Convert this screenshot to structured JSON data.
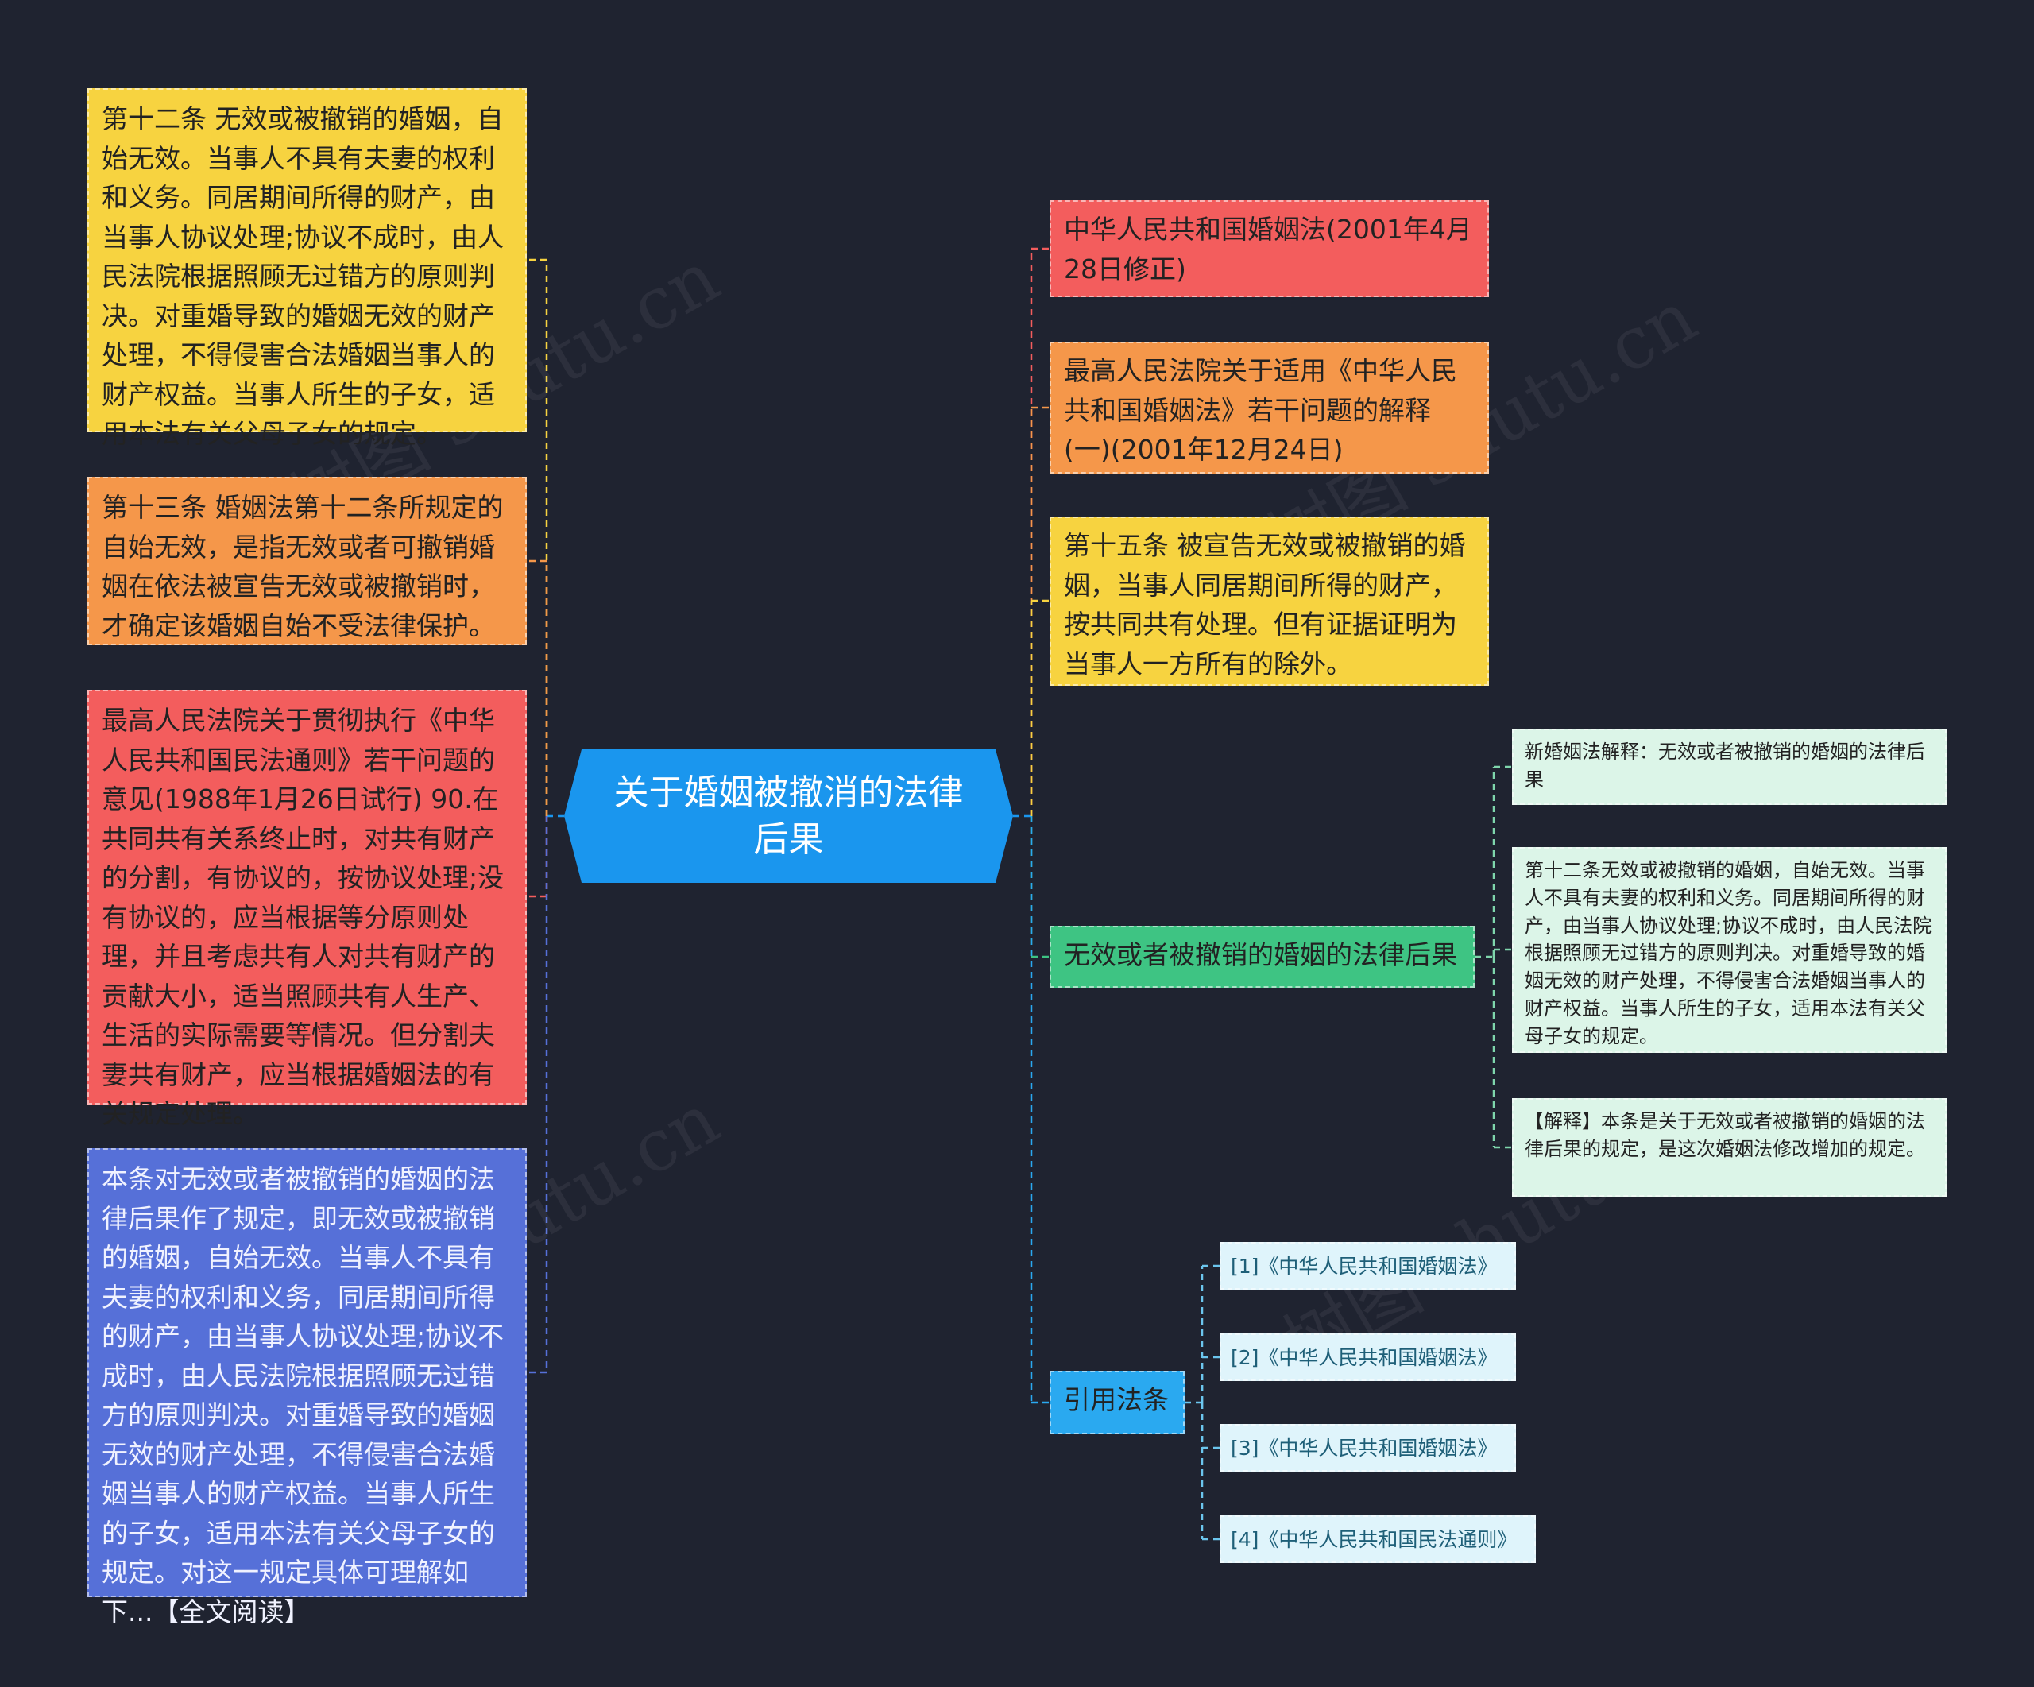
{
  "center": {
    "label": "关于婚姻被撤消的法律后果",
    "color": "#1a96ee"
  },
  "left_nodes": [
    {
      "text": "第十二条 无效或被撤销的婚姻，自始无效。当事人不具有夫妻的权利和义务。同居期间所得的财产，由当事人协议处理;协议不成时，由人民法院根据照顾无过错方的原则判决。对重婚导致的婚姻无效的财产处理，不得侵害合法婚姻当事人的财产权益。当事人所生的子女，适用本法有关父母子女的规定。",
      "color": "#f7d340"
    },
    {
      "text": "第十三条 婚姻法第十二条所规定的自始无效，是指无效或者可撤销婚姻在依法被宣告无效或被撤销时，才确定该婚姻自始不受法律保护。",
      "color": "#f5974a"
    },
    {
      "text": "最高人民法院关于贯彻执行《中华人民共和国民法通则》若干问题的意见(1988年1月26日试行) 90.在共同共有关系终止时，对共有财产的分割，有协议的，按协议处理;没有协议的，应当根据等分原则处理，并且考虑共有人对共有财产的贡献大小，适当照顾共有人生产、生活的实际需要等情况。但分割夫妻共有财产，应当根据婚姻法的有关规定处理。",
      "color": "#f35d5d"
    },
    {
      "text": "本条对无效或者被撤销的婚姻的法律后果作了规定，即无效或被撤销的婚姻，自始无效。当事人不具有夫妻的权利和义务，同居期间所得的财产，由当事人协议处理;协议不成时，由人民法院根据照顾无过错方的原则判决。对重婚导致的婚姻无效的财产处理，不得侵害合法婚姻当事人的财产权益。当事人所生的子女，适用本法有关父母子女的规定。对这一规定具体可理解如下...【全文阅读】",
      "color": "#5670d8"
    }
  ],
  "right_nodes": [
    {
      "text": "中华人民共和国婚姻法(2001年4月28日修正)",
      "color": "#f35d5d"
    },
    {
      "text": "最高人民法院关于适用《中华人民共和国婚姻法》若干问题的解释(一)(2001年12月24日)",
      "color": "#f5974a"
    },
    {
      "text": "第十五条 被宣告无效或被撤销的婚姻，当事人同居期间所得的财产，按共同共有处理。但有证据证明为当事人一方所有的除外。",
      "color": "#f7d340"
    }
  ],
  "effect_node": {
    "label": "无效或者被撤销的婚姻的法律后果",
    "color": "#3ec483",
    "children": [
      "新婚姻法解释：无效或者被撤销的婚姻的法律后果",
      "第十二条无效或被撤销的婚姻，自始无效。当事人不具有夫妻的权利和义务。同居期间所得的财产，由当事人协议处理;协议不成时，由人民法院根据照顾无过错方的原则判决。对重婚导致的婚姻无效的财产处理，不得侵害合法婚姻当事人的财产权益。当事人所生的子女，适用本法有关父母子女的规定。",
      "【解释】本条是关于无效或者被撤销的婚姻的法律后果的规定，是这次婚姻法修改增加的规定。"
    ]
  },
  "citation_node": {
    "label": "引用法条",
    "color": "#2aa9f0",
    "children": [
      "[1]《中华人民共和国婚姻法》",
      "[2]《中华人民共和国婚姻法》",
      "[3]《中华人民共和国婚姻法》",
      "[4]《中华人民共和国民法通则》"
    ]
  },
  "watermark": "树图 shutu.cn"
}
